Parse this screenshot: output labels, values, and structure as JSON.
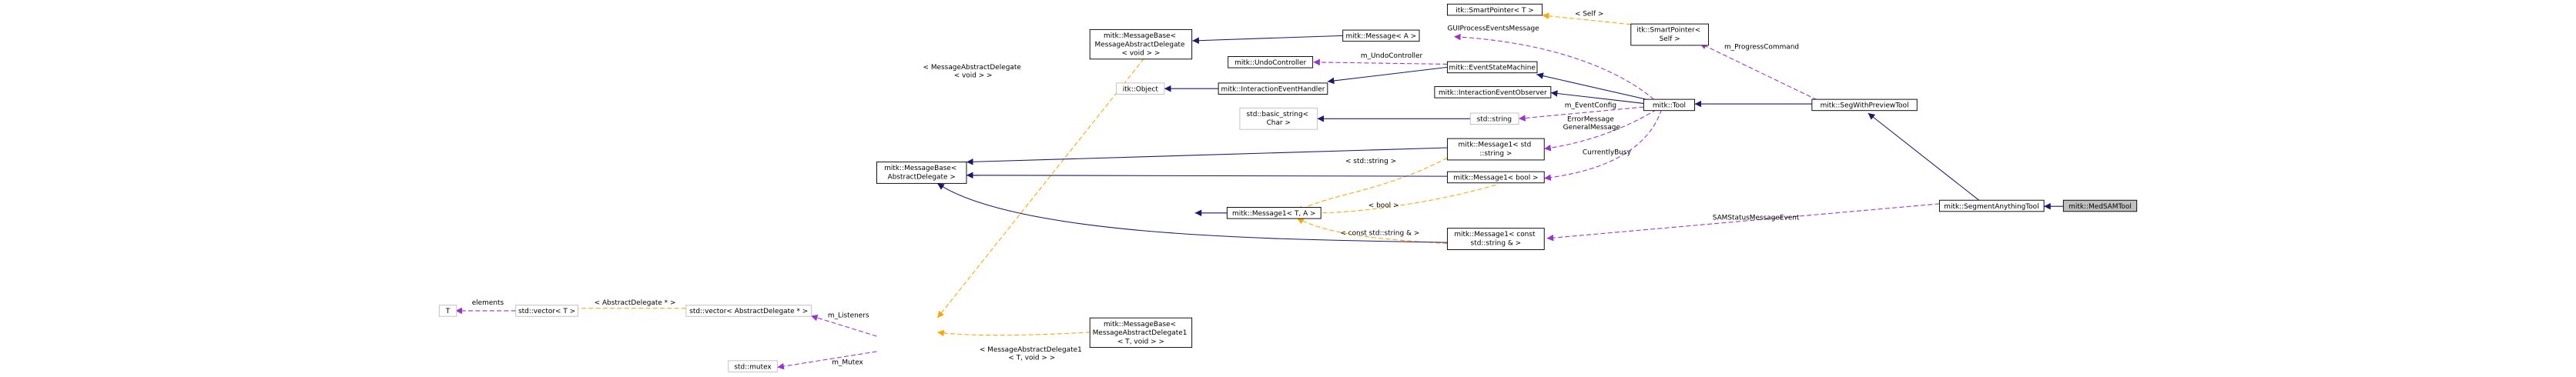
{
  "nodes": {
    "T": {
      "lines": [
        "T"
      ]
    },
    "vectorT": {
      "lines": [
        "std::vector< T >"
      ]
    },
    "vectorAD": {
      "lines": [
        "std::vector< AbstractDelegate * >"
      ]
    },
    "mutex": {
      "lines": [
        "std::mutex"
      ]
    },
    "mbAD": {
      "lines": [
        "mitk::MessageBase<",
        "AbstractDelegate >"
      ]
    },
    "mbMAD": {
      "lines": [
        "mitk::MessageBase<",
        "MessageAbstractDelegate",
        "< void > >"
      ]
    },
    "mbMAD1": {
      "lines": [
        "mitk::MessageBase<",
        "MessageAbstractDelegate1",
        "< T, void > >"
      ]
    },
    "message1TA": {
      "lines": [
        "mitk::Message1< T, A >"
      ]
    },
    "itkObject": {
      "lines": [
        "itk::Object"
      ]
    },
    "ieh": {
      "lines": [
        "mitk::InteractionEventHandler"
      ]
    },
    "undo": {
      "lines": [
        "mitk::UndoController"
      ]
    },
    "messageA": {
      "lines": [
        "mitk::Message< A >"
      ]
    },
    "basicString": {
      "lines": [
        "std::basic_string<",
        "Char >"
      ]
    },
    "ieo": {
      "lines": [
        "mitk::InteractionEventObserver"
      ]
    },
    "esm": {
      "lines": [
        "mitk::EventStateMachine"
      ]
    },
    "stdString": {
      "lines": [
        "std::string"
      ]
    },
    "msg1str": {
      "lines": [
        "mitk::Message1< std",
        "::string >"
      ]
    },
    "msg1bool": {
      "lines": [
        "mitk::Message1< bool >"
      ]
    },
    "msg1cstr": {
      "lines": [
        "mitk::Message1< const",
        "std::string & >"
      ]
    },
    "itkSP_T": {
      "lines": [
        "itk::SmartPointer< T >"
      ]
    },
    "itkSP_Self": {
      "lines": [
        "itk::SmartPointer<",
        "Self >"
      ]
    },
    "tool": {
      "lines": [
        "mitk::Tool"
      ]
    },
    "segPreview": {
      "lines": [
        "mitk::SegWithPreviewTool"
      ]
    },
    "sam": {
      "lines": [
        "mitk::SegmentAnythingTool"
      ]
    },
    "medsam": {
      "lines": [
        "mitk::MedSAMTool"
      ]
    }
  },
  "edges": {
    "elements": {
      "lines": [
        "elements"
      ]
    },
    "abstractDelegatePtr": {
      "lines": [
        "< AbstractDelegate * >"
      ]
    },
    "listeners": {
      "lines": [
        "m_Listeners"
      ]
    },
    "mutexLabel": {
      "lines": [
        "m_Mutex"
      ]
    },
    "mad": {
      "lines": [
        "< MessageAbstractDelegate",
        "< void > >"
      ]
    },
    "mad1": {
      "lines": [
        "< MessageAbstractDelegate1",
        "< T, void > >"
      ]
    },
    "stdStringArg": {
      "lines": [
        "< std::string >"
      ]
    },
    "boolArg": {
      "lines": [
        "< bool >"
      ]
    },
    "constStrArg": {
      "lines": [
        "< const std::string & >"
      ]
    },
    "selfArg": {
      "lines": [
        "< Self >"
      ]
    },
    "progress": {
      "lines": [
        "m_ProgressCommand"
      ]
    },
    "gui": {
      "lines": [
        "GUIProcessEventsMessage"
      ]
    },
    "undoLabel": {
      "lines": [
        "m_UndoController"
      ]
    },
    "eventConfig": {
      "lines": [
        "m_EventConfig"
      ]
    },
    "errorGeneral": {
      "lines": [
        "ErrorMessage",
        "GeneralMessage"
      ]
    },
    "busy": {
      "lines": [
        "CurrentlyBusy"
      ]
    },
    "samStatus": {
      "lines": [
        "SAMStatusMessageEvent"
      ]
    }
  }
}
